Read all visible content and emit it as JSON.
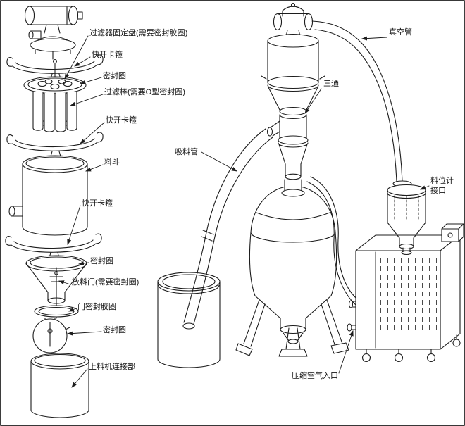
{
  "diagram": {
    "type": "exploded-assembly-line-drawing",
    "background": "#ffffff",
    "line_color": "#1c1c1c",
    "exploded": {
      "filter_fixing_plate": "过滤器固定盘(需要密封胶圈)",
      "quick_clamp_1": "快开卡箍",
      "seal_ring_1": "密封圈",
      "filter_rods": "过滤棒(需要O型密封圈)",
      "quick_clamp_2": "快开卡箍",
      "hopper": "料斗",
      "quick_clamp_3": "快开卡箍",
      "seal_ring_2": "密封圈",
      "discharge_door": "放料门(需要密封圈)",
      "door_seal_ring": "门密封胶圈",
      "seal_ring_3": "密封圈",
      "feeder_connection": "上料机连接部"
    },
    "assembly": {
      "vacuum_pipe": "真空管",
      "tee_joint": "三通",
      "suction_pipe": "吸料管",
      "level_gauge_port_line1": "料位计",
      "level_gauge_port_line2": "接口",
      "compressed_air_inlet": "压缩空气入口"
    }
  }
}
